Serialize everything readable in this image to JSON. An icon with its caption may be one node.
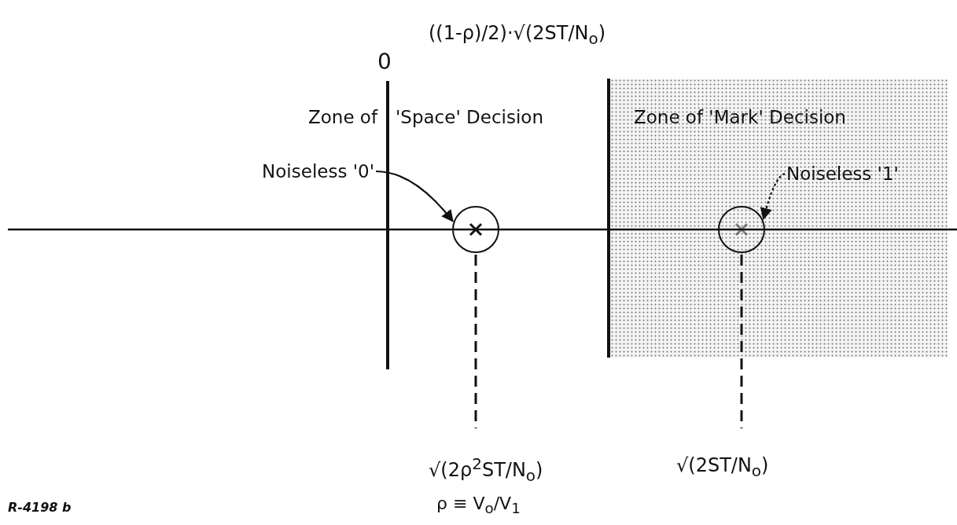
{
  "diagram": {
    "nodes": [
      {
        "text": [
          "Zone of 'Mark' Decision"
        ]
      },
      {
        "text": [
          "Noiseless '0'"
        ]
      },
      {
        "text": [],
        "shape": "circle"
      },
      {
        "text": [
          "Noiseless '1'"
        ],
        "in": 0
      },
      {
        "text": [],
        "shape": "circle",
        "in": 0
      }
    ],
    "edges": [
      {
        "from": 1,
        "to": 2,
        "arrow": "to"
      },
      {
        "from": 3,
        "to": 4,
        "arrow": "to",
        "style": "dashed"
      }
    ],
    "labels": [
      "((1-ρ)/2)·√(2ST/N$_{o}$)",
      "0",
      "Zone of",
      "'Space' Decision",
      "√(2ρ$^{2}$ST/N$_{o}$)",
      "√(2ST/N$_{o}$)",
      "R-4198 b",
      "ρ ≡ V$_{o}$/V$_{1}$"
    ]
  }
}
